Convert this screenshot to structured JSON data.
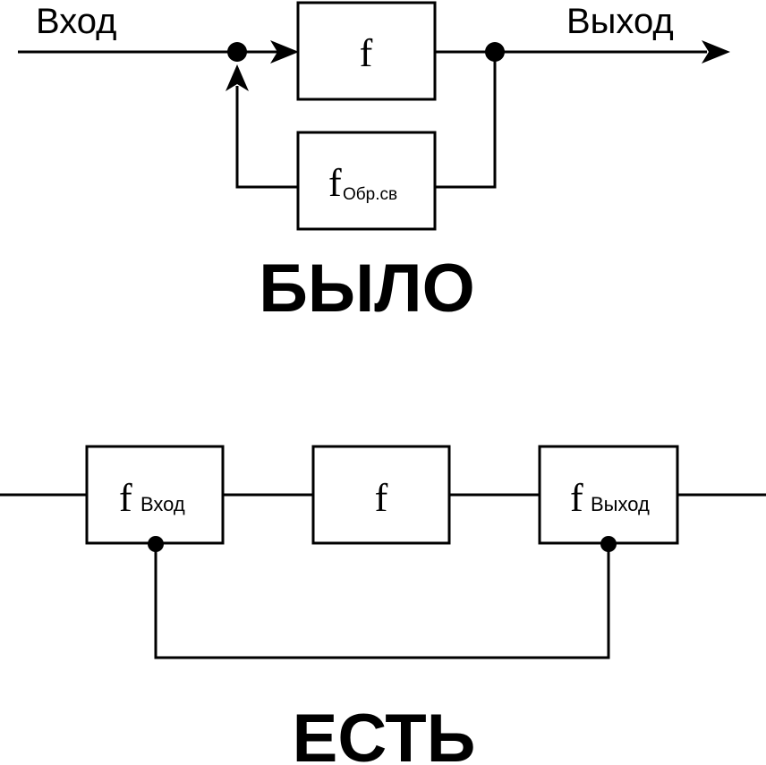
{
  "top": {
    "input_label": "Вход",
    "output_label": "Выход",
    "main_block": {
      "symbol": "f"
    },
    "feedback_block": {
      "symbol": "f",
      "subscript": "Обр.св"
    },
    "caption": "БЫЛО"
  },
  "bottom": {
    "input_block": {
      "symbol": "f",
      "subscript": "Вход"
    },
    "main_block": {
      "symbol": "f"
    },
    "output_block": {
      "symbol": "f",
      "subscript": "Выход"
    },
    "caption": "ЕСТЬ"
  },
  "colors": {
    "line": "#000000",
    "background": "#ffffff"
  }
}
